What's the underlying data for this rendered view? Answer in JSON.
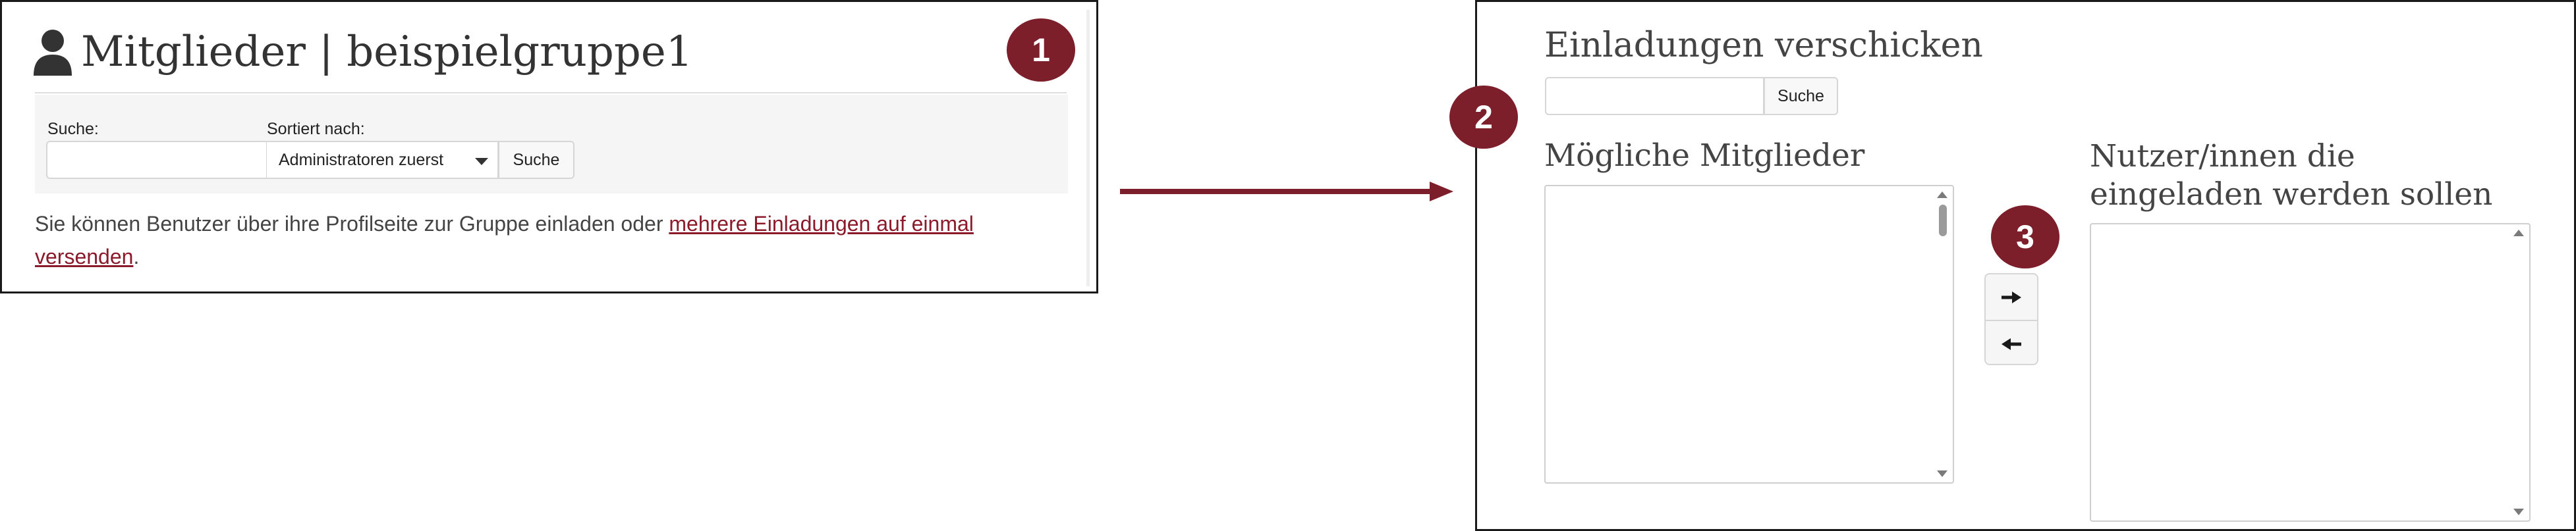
{
  "members_panel": {
    "title": "Mitglieder | beispielgruppe1",
    "search_label": "Suche:",
    "search_value": "",
    "sort_label": "Sortiert nach:",
    "sort_selected": "Administratoren zuerst",
    "search_button": "Suche",
    "info_text": "Sie können Benutzer über ihre Profilseite zur Gruppe einladen oder ",
    "info_link": "mehrere Einladungen auf einmal versenden",
    "info_end": "."
  },
  "invite_panel": {
    "title": "Einladungen verschicken",
    "search_value": "",
    "search_button": "Suche",
    "possible_members_title": "Mögliche Mitglieder",
    "invitees_title": "Nutzer/innen die eingeladen werden sollen"
  },
  "badges": [
    "1",
    "2",
    "3"
  ],
  "icons": {
    "user": "person-icon",
    "add": "arrow-right-icon",
    "remove": "arrow-left-icon",
    "flow": "flow-arrow-icon"
  },
  "colors": {
    "accent": "#7c1f2b",
    "link": "#8b1a2b"
  }
}
